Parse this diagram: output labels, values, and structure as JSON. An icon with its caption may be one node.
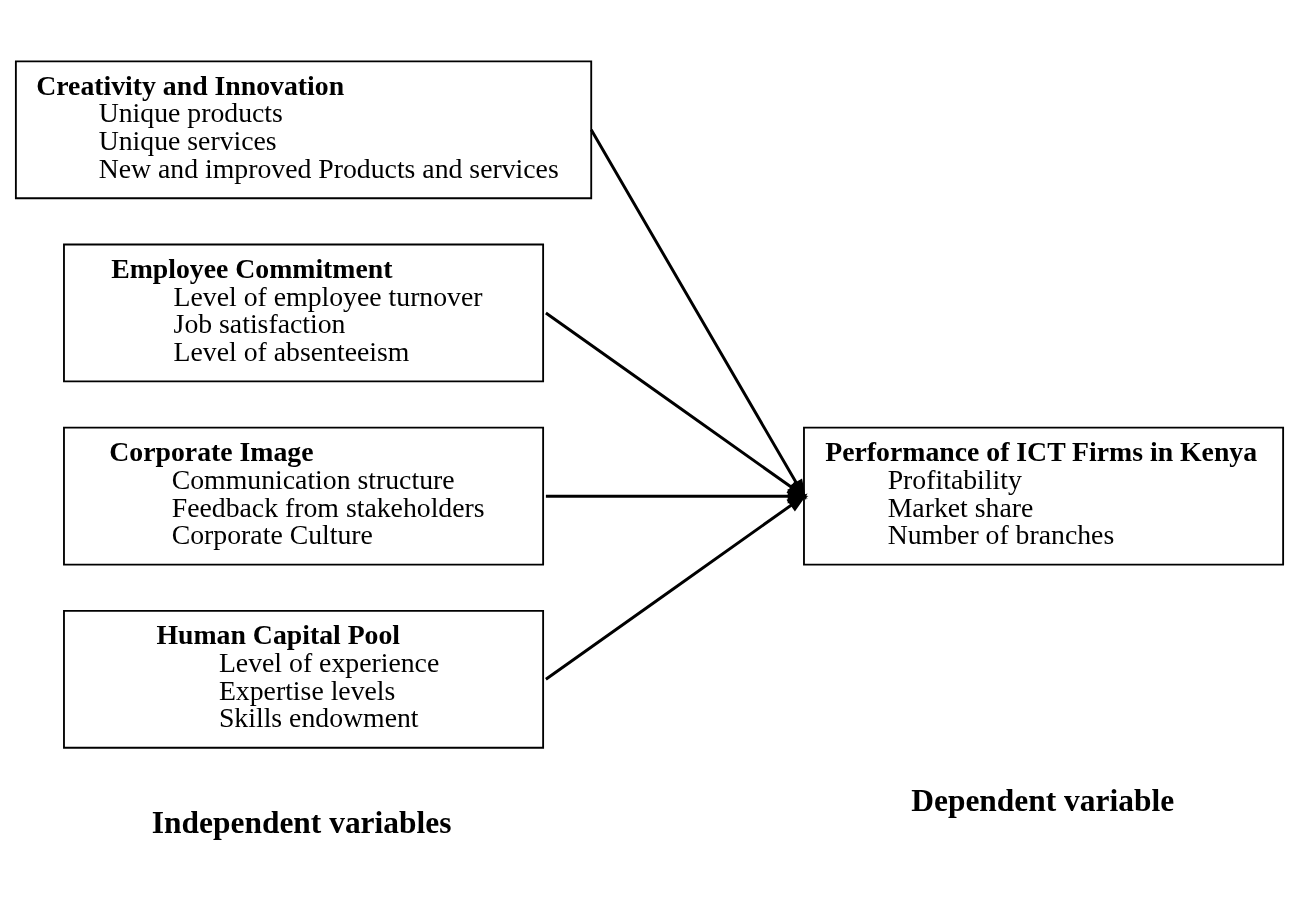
{
  "diagram": {
    "nodes": [
      {
        "text": [
          "Creativity and Innovation",
          "Unique products",
          "Unique services",
          "New and improved Products and services"
        ]
      },
      {
        "text": [
          "Employee Commitment",
          "Level of employee turnover",
          "Job satisfaction",
          "Level of absenteeism"
        ]
      },
      {
        "text": [
          "Corporate Image",
          "Communication structure",
          "Feedback from stakeholders",
          "Corporate Culture"
        ]
      },
      {
        "text": [
          "Human Capital Pool",
          "Level of experience",
          "Expertise levels",
          "Skills endowment"
        ]
      },
      {
        "text": [
          "Performance of ICT Firms in Kenya",
          "Profitability",
          "Market share",
          "Number of branches"
        ]
      }
    ],
    "edges": [
      {
        "from": 0,
        "to": 4,
        "arrow": "to"
      },
      {
        "from": 1,
        "to": 4,
        "arrow": "to"
      },
      {
        "from": 2,
        "to": 4,
        "arrow": "to"
      },
      {
        "from": 3,
        "to": 4,
        "arrow": "to"
      }
    ],
    "labels": [
      "Independent variables",
      "Dependent variable"
    ]
  }
}
